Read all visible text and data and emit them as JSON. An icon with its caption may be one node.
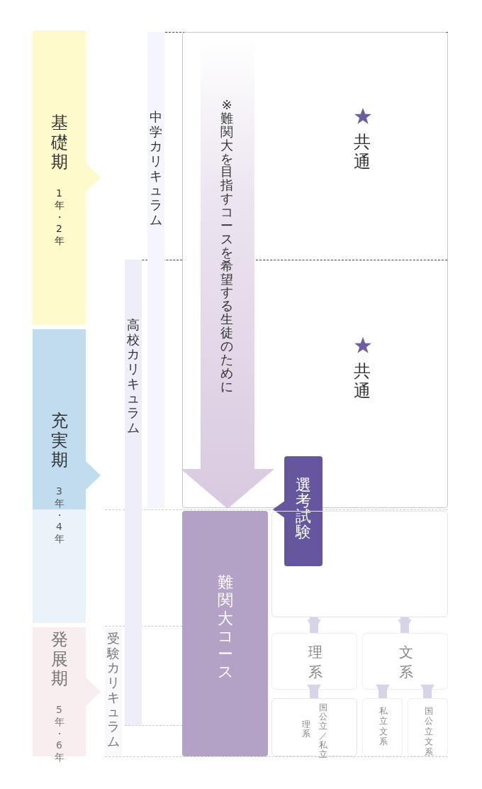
{
  "diagram": {
    "nodes": [
      {
        "text": [
          "基礎期",
          "1年・2年"
        ]
      },
      {
        "text": [
          "充実期",
          "3年・4年"
        ]
      },
      {
        "text": [
          "発展期",
          "5年・6年"
        ]
      },
      {
        "text": [
          "中学カリキュラム"
        ]
      },
      {
        "text": [
          "高校カリキュラム"
        ]
      },
      {
        "text": [
          "受験カリキュラム"
        ]
      },
      {
        "text": [
          "共通",
          "共通"
        ]
      },
      {
        "text": [
          "※難関大を目指すコースを希望する生徒のために"
        ],
        "in": 6
      },
      {
        "text": [
          "難関大コース"
        ]
      },
      {
        "text": [
          "選考試験"
        ]
      },
      {
        "text": [],
        "shape": "box"
      },
      {
        "text": [
          "理系"
        ]
      },
      {
        "text": [
          "文系"
        ]
      },
      {
        "text": [
          "理系",
          "国公立／私立"
        ]
      },
      {
        "text": [
          "私立文系"
        ]
      },
      {
        "text": [
          "国公立文系"
        ]
      }
    ],
    "edges": [
      {
        "from": 10,
        "to": 11,
        "arrow": "to"
      },
      {
        "from": 10,
        "to": 12,
        "arrow": "to"
      },
      {
        "from": 11,
        "to": 13,
        "arrow": "to"
      },
      {
        "from": 12,
        "to": 14,
        "arrow": "to"
      },
      {
        "from": 12,
        "to": 15,
        "arrow": "to"
      }
    ]
  }
}
